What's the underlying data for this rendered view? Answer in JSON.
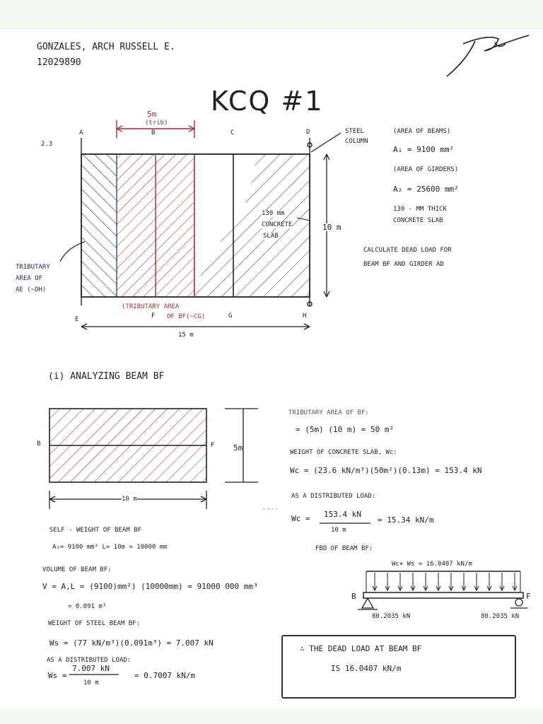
{
  "header": {
    "name": "GONZALES, ARCH RUSSELL E.",
    "student_id": "12029890",
    "title": "KCQ #1"
  },
  "plan": {
    "col_a": "A",
    "col_b": "B",
    "col_c": "C",
    "col_d": "D",
    "col_e": "E",
    "col_f": "F",
    "col_g": "G",
    "col_h": "H",
    "row_label": "2.3",
    "spacing_top": "5m",
    "spacing_top_sub": "(trib)",
    "height_dim": "10 m",
    "width_dim": "15 m",
    "slab_line1": "130 mm",
    "slab_line2": "CONCRETE",
    "slab_line3": "SLAB",
    "steel_column_1": "STEEL",
    "steel_column_2": "COLUMN",
    "trib_ae_1": "TRIBUTARY",
    "trib_ae_2": "AREA OF",
    "trib_ae_3": "AE (~DH)",
    "trib_bf_1": "(TRIBUTARY AREA",
    "trib_bf_2": "OF BF(~CG)"
  },
  "given": {
    "beams_label": "(AREA OF BEAMS)",
    "a1": "A₁ = 9100 mm²",
    "girders_label": "(AREA OF GIRDERS)",
    "a2": "A₂ = 25600 mm²",
    "slab_1": "130 - MM THICK",
    "slab_2": "CONCRETE SLAB",
    "task_1": "CALCULATE DEAD LOAD FOR",
    "task_2": "BEAM BF AND GIRDER AD"
  },
  "section_i": {
    "heading": "(i)  ANALYZING BEAM BF",
    "left_label": "B",
    "right_label": "F",
    "height_dim": "5m",
    "width_dim": "10 m"
  },
  "calc": {
    "trib_title": "TRIBUTARY AREA OF BF:",
    "trib_eq": "= (5m) (10 m) = 50 m²",
    "wslab_title": "WEIGHT OF CONCRETE SLAB, Wc:",
    "wslab_eq": "Wc = (23.6 kN/m³)(50m²)(0.13m) = 153.4 kN",
    "dist_title": "AS A DISTRIBUTED LOAD:",
    "dist_lhs": "Wc =",
    "dist_num": "153.4 kN",
    "dist_den": "10 m",
    "dist_res": "= 15.34 kN/m"
  },
  "selfweight": {
    "title": "SELF - WEIGHT OF BEAM BF",
    "given": "A₁= 9100 mm²   L= 10m = 10000 mm",
    "vol_title": "VOLUME OF BEAM BF:",
    "vol_eq": "V = A,L = (9100)mm²) (10000mm) = 91000 000 mm³",
    "vol_res": "= 0.091 m³",
    "wt_title": "WEIGHT OF STEEL BEAM BF:",
    "wt_eq": "Ws = (77 kN/m³)(0.091m³) = 7.007 kN",
    "dist_title": "AS A DISTRIBUTED LOAD:",
    "dist_lhs": "Ws =",
    "dist_num": "7.007 kN",
    "dist_den": "10 m",
    "dist_res": "= 0.7007 kN/m"
  },
  "fbd": {
    "title": "FBD OF BEAM BF:",
    "load": "Wc+ Ws = 16.0407 kN/m",
    "left_label": "B",
    "right_label": "F",
    "left_reaction": "80.2035 kN",
    "right_reaction": "80.2035 kN"
  },
  "conclusion": {
    "line1": "∴ THE DEAD LOAD AT BEAM BF",
    "line2": "IS 16.0407 kN/m"
  },
  "colors": {
    "ink": "#222222",
    "red_ink": "#b22a2a",
    "blue_ink": "#1e2a6e",
    "scan_tint": "#f5fbf2"
  }
}
